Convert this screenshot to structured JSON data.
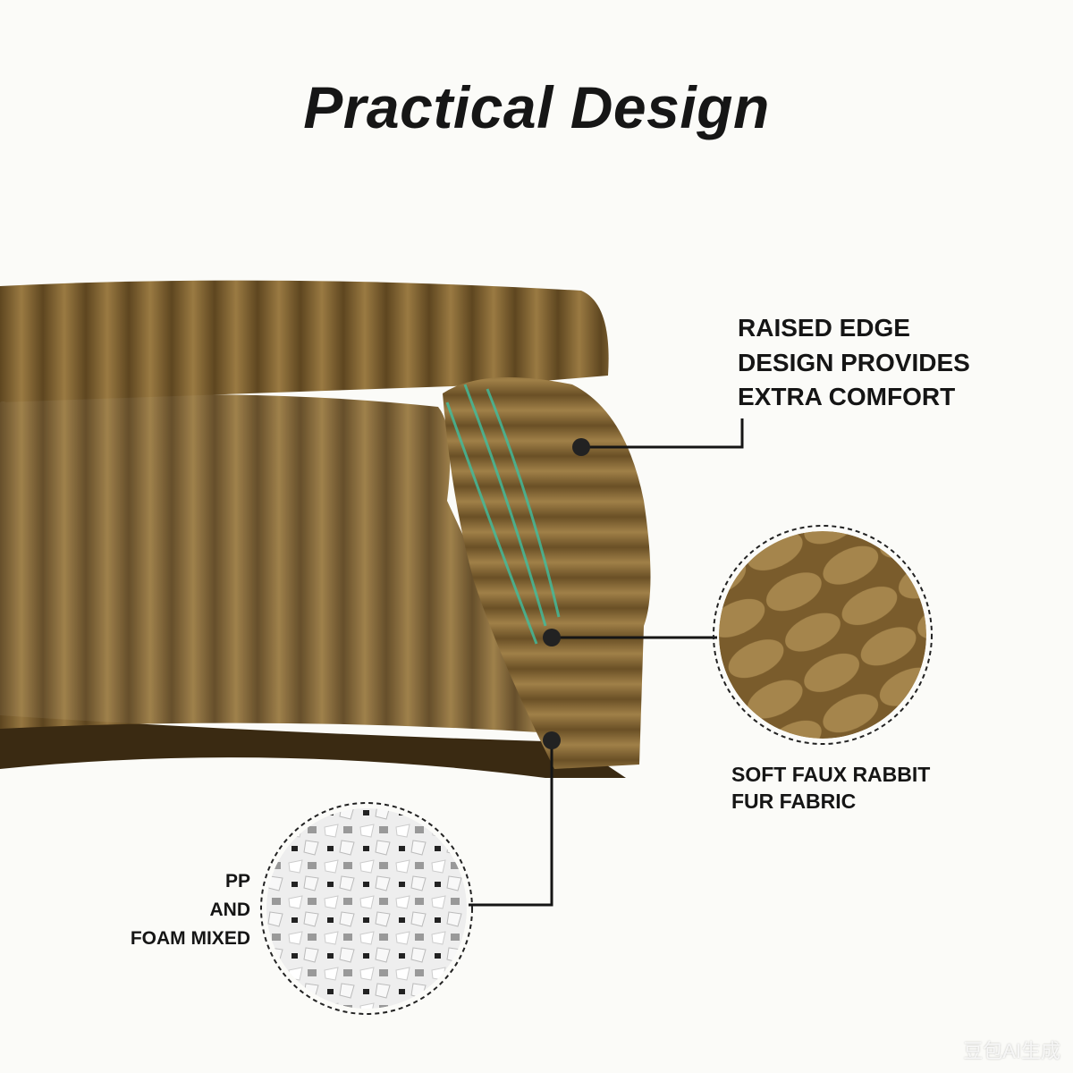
{
  "title": "Practical Design",
  "callouts": {
    "raised_edge": [
      "RAISED EDGE",
      "DESIGN PROVIDES",
      "EXTRA COMFORT"
    ],
    "fabric": [
      "SOFT FAUX RABBIT",
      "FUR FABRIC"
    ],
    "filling": [
      "PP",
      "AND",
      "FOAM MIXED"
    ]
  },
  "watermark": "豆包AI生成",
  "colors": {
    "fur": "#8a6a35",
    "fur_dark": "#5e4620",
    "accent": "#3fbfa0",
    "text": "#151515"
  }
}
